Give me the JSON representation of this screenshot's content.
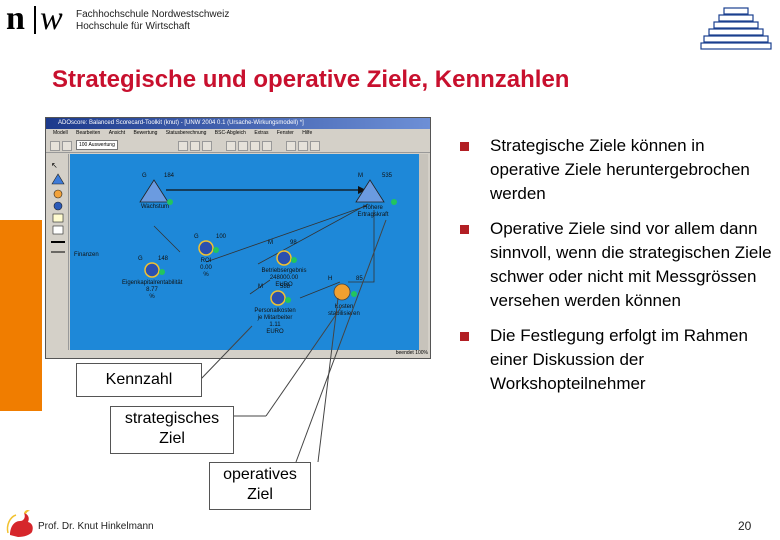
{
  "header": {
    "logo_n": "n",
    "logo_w": "w",
    "school_line1": "Fachhochschule Nordwestschweiz",
    "school_line2": "Hochschule für Wirtschaft"
  },
  "slide": {
    "title": "Strategische und operative Ziele, Kennzahlen"
  },
  "screenshot": {
    "window_title": "ADOscore: Balanced Scorecard-Toolkit (knut) - [UNW 2004 0.1 (Ursache-Wirkungsmodell) *]",
    "menu": [
      "Modell",
      "Bearbeiten",
      "Ansicht",
      "Bewertung",
      "Statusberechnung",
      "BSC-Abgleich",
      "Extras",
      "Fenster",
      "Hilfe"
    ],
    "zoom_field": "100 Auswertung",
    "status_right": "beendet  100%",
    "nodes": {
      "wachstum": {
        "label": "Wachstum",
        "tag": "G",
        "num": "184"
      },
      "hoehere": {
        "label1": "Höhere",
        "label2": "Ertragskraft",
        "tag": "M",
        "num": "535"
      },
      "betriebsergebnis": {
        "l1": "Betriebsergebnis",
        "l2": "248000.00",
        "l3": "EURO",
        "tag": "M",
        "num": "98"
      },
      "roi": {
        "l1": "ROI",
        "l2": "0.00",
        "l3": "%",
        "tag": "G",
        "num": "100"
      },
      "eigenkapital": {
        "l1": "Eigenkapitalrentabilität",
        "l2": "8.77",
        "l3": "%",
        "tag": "G",
        "num": "148"
      },
      "personal": {
        "l1": "Personalkosten",
        "l2": "je Mitarbeiter",
        "l3": "1.11",
        "l4": "EURO",
        "tag": "M",
        "num": "588"
      },
      "kosten": {
        "l1": "Kosten",
        "l2": "stabilisieren",
        "tag": "H",
        "num": "85"
      },
      "finanzen": "Finanzen"
    }
  },
  "bullets": [
    "Strategische Ziele können in operative Ziele heruntergebrochen werden",
    "Operative Ziele sind vor allem dann sinnvoll, wenn die strategischen Ziele schwer oder nicht mit Messgrössen versehen werden können",
    "Die Festlegung erfolgt im Rahmen einer Diskussion der Workshopteilnehmer"
  ],
  "callouts": {
    "kennzahl": "Kennzahl",
    "strategisches_l1": "strategisches",
    "strategisches_l2": "Ziel",
    "operatives_l1": "operatives",
    "operatives_l2": "Ziel"
  },
  "footer": {
    "author": "Prof. Dr. Knut Hinkelmann",
    "page": "20"
  },
  "colors": {
    "title": "#c8102e",
    "accent_orange": "#f07d00",
    "bullet": "#b21f24",
    "canvas_blue": "#1e88d8"
  }
}
